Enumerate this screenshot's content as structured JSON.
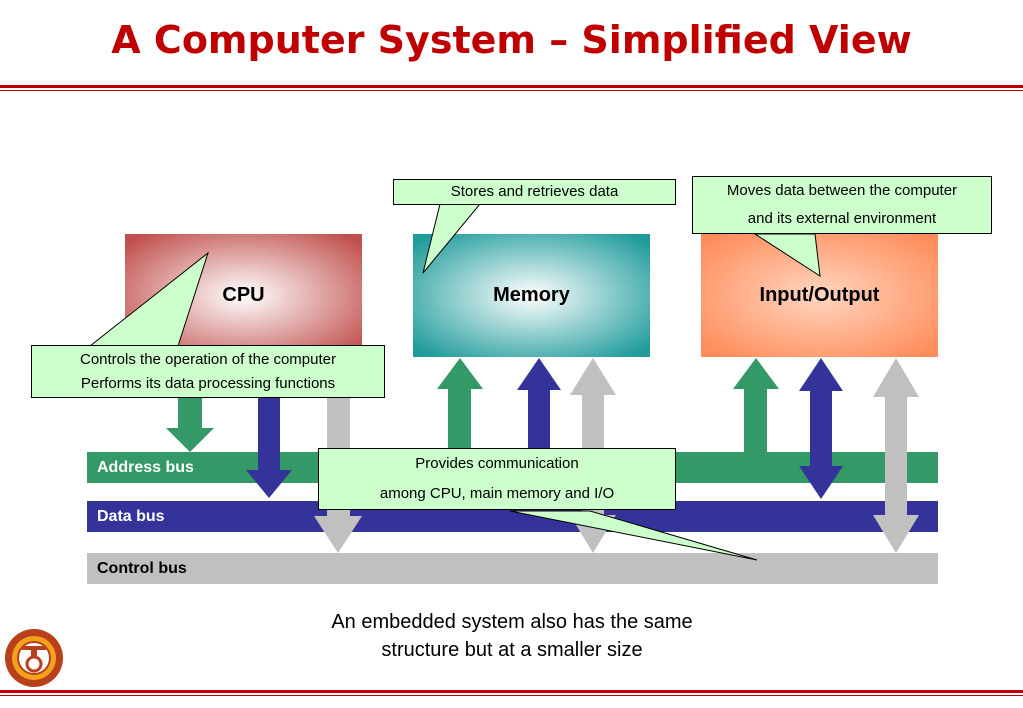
{
  "title": "A Computer System – Simplified View",
  "blocks": {
    "cpu": "CPU",
    "memory": "Memory",
    "io": "Input/Output"
  },
  "buses": {
    "address": "Address bus",
    "data": "Data bus",
    "control": "Control bus"
  },
  "callouts": {
    "memory": "Stores and retrieves data",
    "io": [
      "Moves data between the computer",
      "and its external environment"
    ],
    "cpu": [
      "Controls the operation of the computer",
      "Performs its data processing functions"
    ],
    "bus": [
      "Provides communication",
      "among CPU, main memory and I/O"
    ]
  },
  "footer": [
    "An embedded system also has the same",
    "structure but at a smaller size"
  ],
  "colors": {
    "title": "#c00000",
    "address_bus": "#339966",
    "data_bus": "#333399",
    "control_bus": "#c0c0c0",
    "callout_fill": "#ccffcc"
  },
  "logo_icon": "university-seal-icon"
}
